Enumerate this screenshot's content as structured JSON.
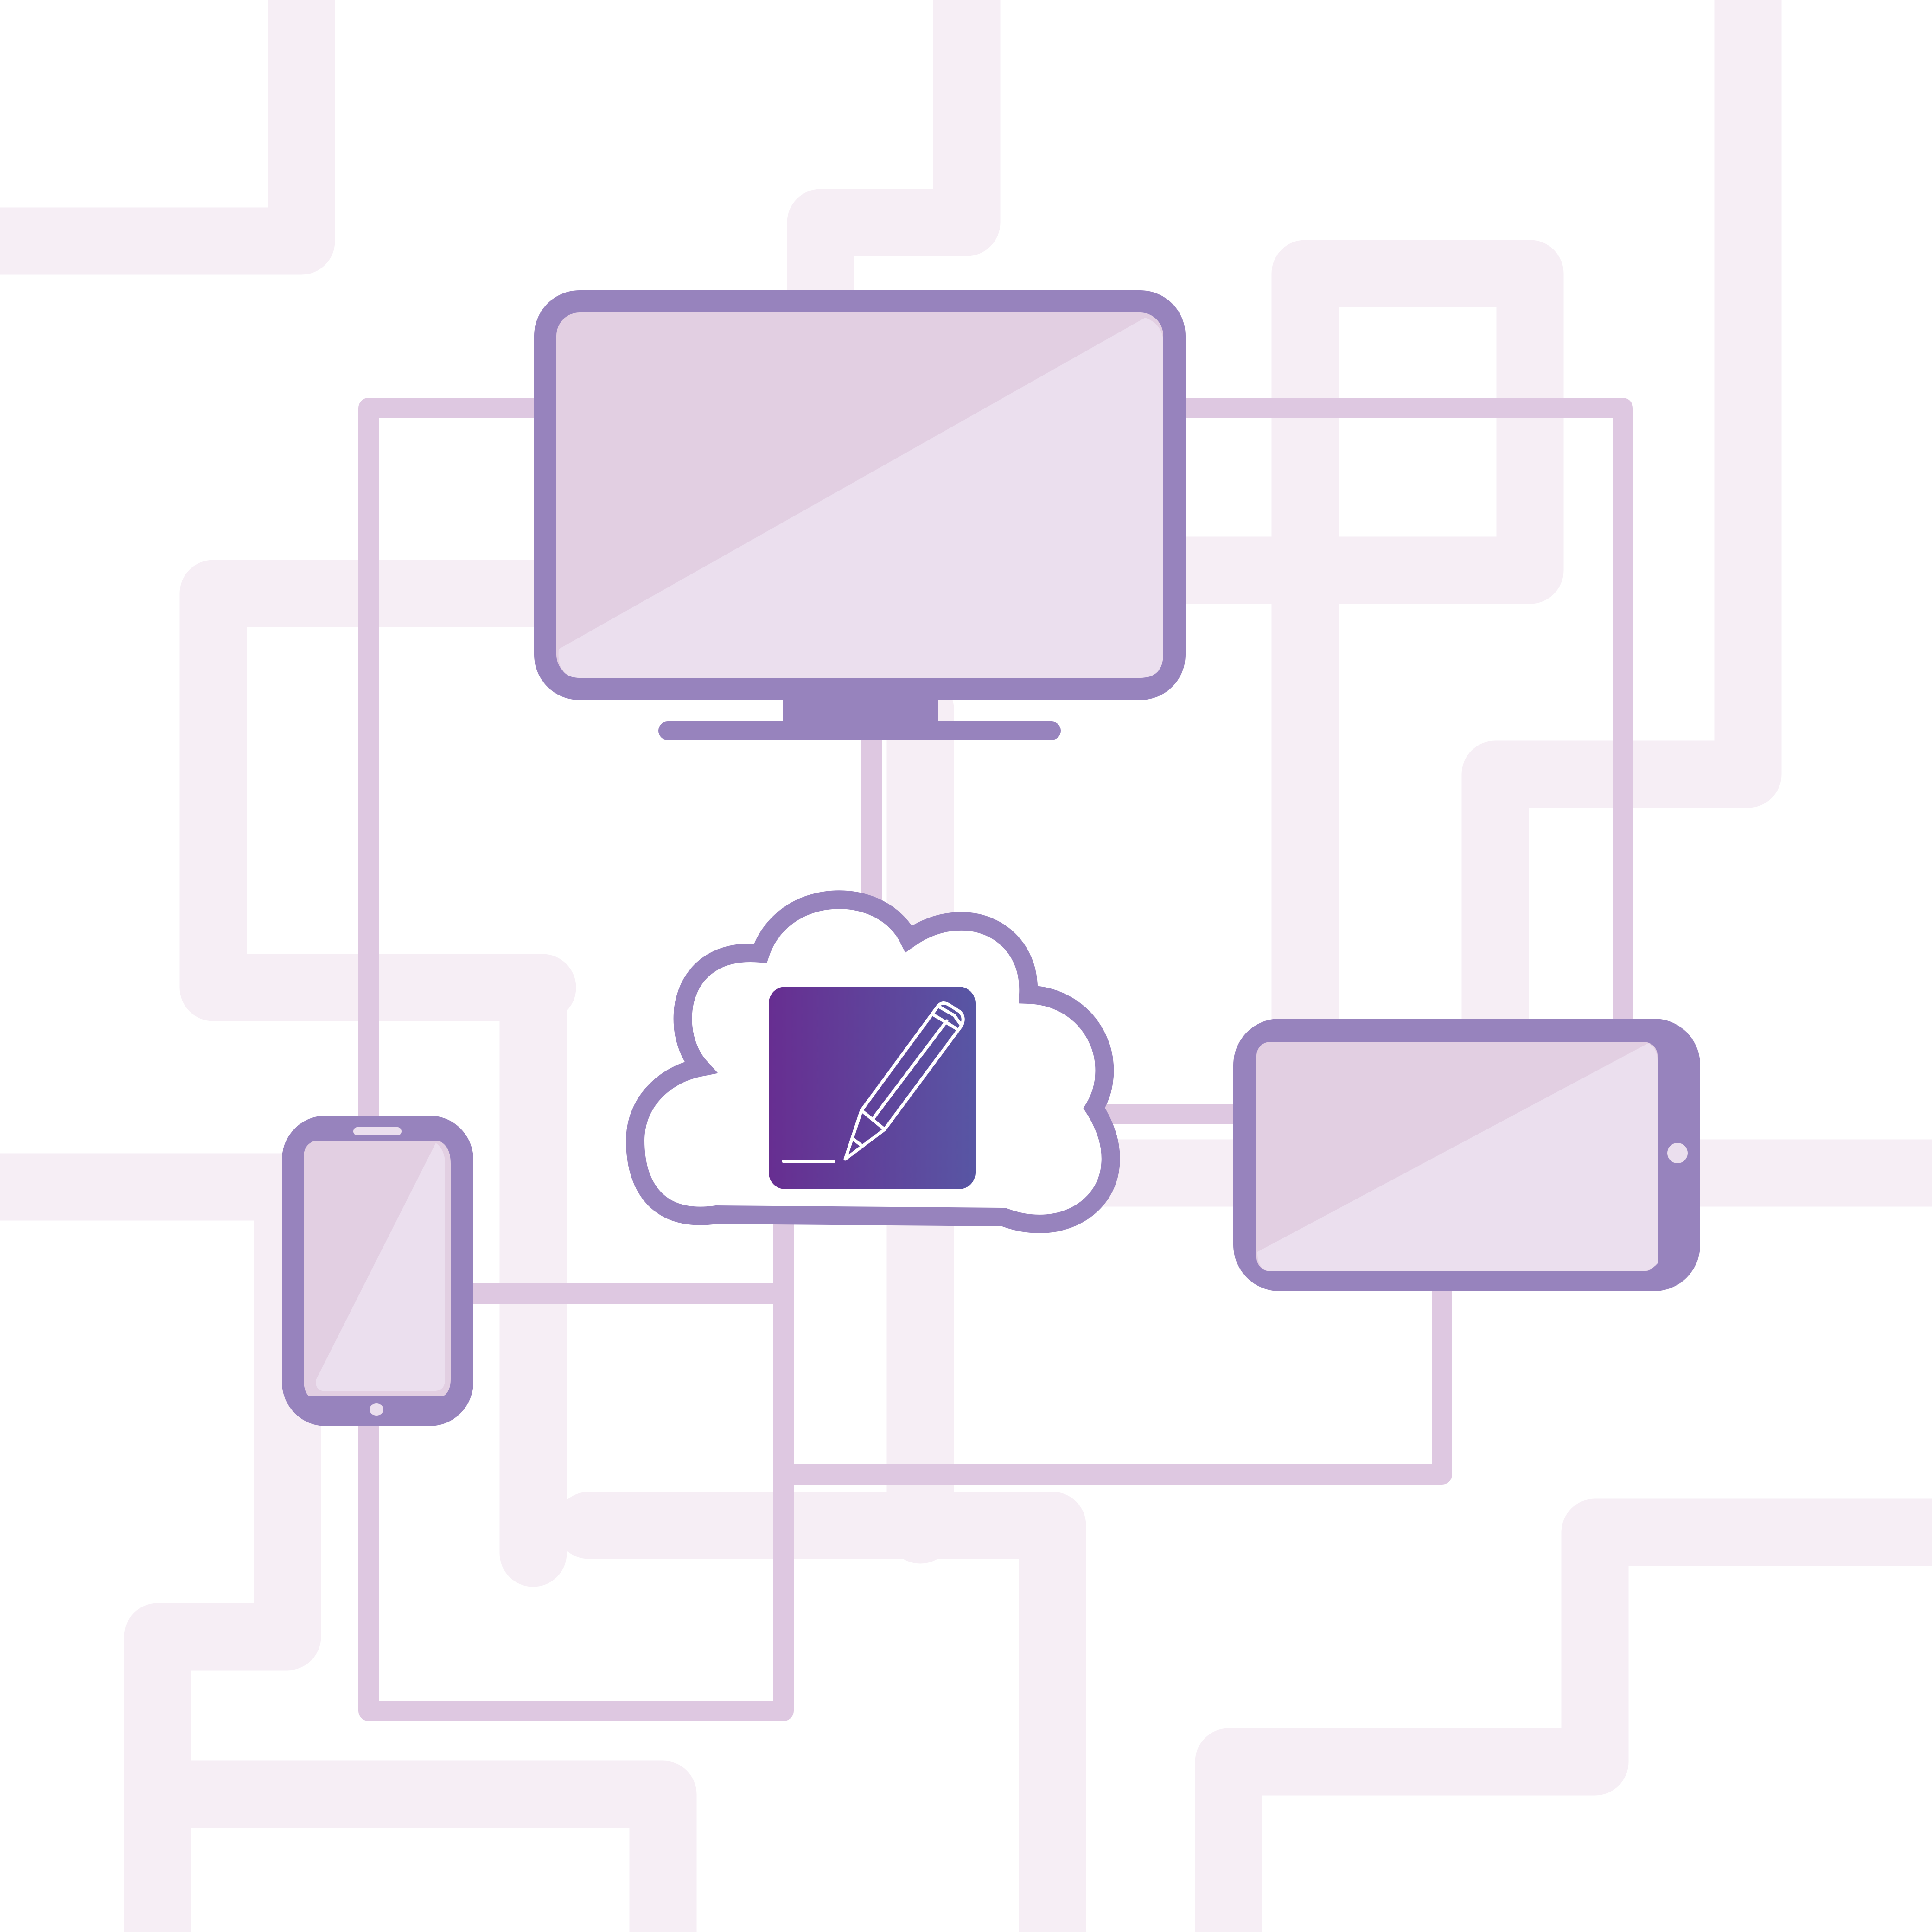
{
  "palette": {
    "background": "#ffffff",
    "maze": "#f6eef5",
    "connector": "#dec8e1",
    "device_frame": "#9783bd",
    "screen": "#e2cfe2",
    "screen_highlight": "#ebdfee",
    "app_gradient_start": "#672e91",
    "app_gradient_end": "#5856a4",
    "pencil_stroke": "#ffffff"
  },
  "diagram": {
    "devices": [
      {
        "id": "desktop-monitor",
        "icon": "monitor-icon"
      },
      {
        "id": "smartphone",
        "icon": "smartphone-icon"
      },
      {
        "id": "tablet",
        "icon": "tablet-icon"
      }
    ],
    "hub": {
      "icon": "cloud-icon",
      "app_icon": "pencil-editor-icon"
    },
    "links": [
      {
        "from": "desktop-monitor",
        "to": "cloud"
      },
      {
        "from": "smartphone",
        "to": "cloud"
      },
      {
        "from": "tablet",
        "to": "cloud"
      },
      {
        "from": "desktop-monitor",
        "to": "smartphone"
      },
      {
        "from": "desktop-monitor",
        "to": "tablet"
      }
    ]
  }
}
